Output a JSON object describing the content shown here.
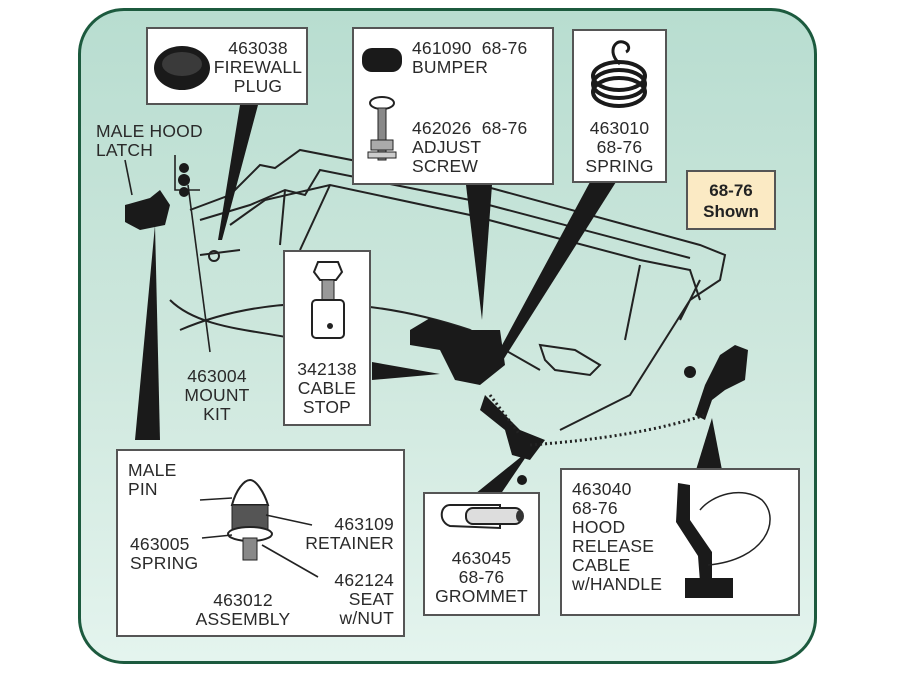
{
  "badge": {
    "line1": "68-76",
    "line2": "Shown"
  },
  "callouts": {
    "firewall_plug": {
      "part": "463038",
      "name1": "FIREWALL",
      "name2": "PLUG"
    },
    "bumper": {
      "part": "461090",
      "years": "68-76",
      "name": "BUMPER"
    },
    "adjust_screw": {
      "part": "462026",
      "years": "68-76",
      "name1": "ADJUST",
      "name2": "SCREW"
    },
    "spring": {
      "part": "463010",
      "years": "68-76",
      "name": "SPRING"
    },
    "male_hood_latch": {
      "line1": "MALE HOOD",
      "line2": "LATCH"
    },
    "mount_kit": {
      "part": "463004",
      "name1": "MOUNT",
      "name2": "KIT"
    },
    "cable_stop": {
      "part": "342138",
      "name1": "CABLE",
      "name2": "STOP"
    },
    "assembly": {
      "male_pin1": "MALE",
      "male_pin2": "PIN",
      "retainer_part": "463109",
      "retainer_name": "RETAINER",
      "spring_part": "463005",
      "spring_name": "SPRING",
      "seat_part": "462124",
      "seat_name1": "SEAT",
      "seat_name2": "w/NUT",
      "assembly_part": "463012",
      "assembly_name": "ASSEMBLY"
    },
    "grommet": {
      "part": "463045",
      "years": "68-76",
      "name": "GROMMET"
    },
    "hood_release": {
      "part": "463040",
      "years": "68-76",
      "name1": "HOOD",
      "name2": "RELEASE",
      "name3": "CABLE",
      "name4": "w/HANDLE"
    }
  }
}
